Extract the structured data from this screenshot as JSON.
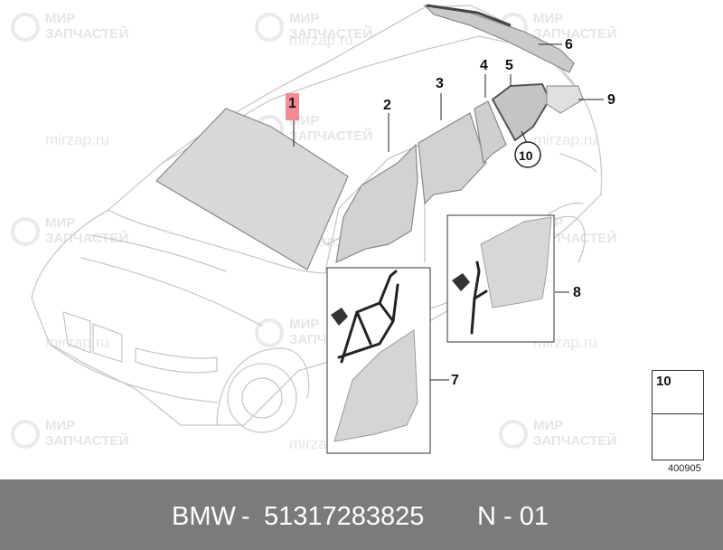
{
  "diagram": {
    "callouts": [
      {
        "label": "1",
        "highlight": true
      },
      {
        "label": "2"
      },
      {
        "label": "3"
      },
      {
        "label": "4"
      },
      {
        "label": "5"
      },
      {
        "label": "6"
      },
      {
        "label": "7"
      },
      {
        "label": "8"
      },
      {
        "label": "9"
      },
      {
        "label": "10",
        "circled": true
      }
    ],
    "ref_box": {
      "label": "10",
      "icons": [
        "felt-pad-icon",
        "arrow-bend-icon"
      ]
    },
    "ref_id": "400905",
    "highlight_color": "#f48a94"
  },
  "watermark": {
    "line1": "МИР",
    "line2": "ЗАПЧАСТЕЙ",
    "url": "mirzap.ru"
  },
  "footer": {
    "brand": "BMW",
    "part_number": "51317283825",
    "position": "N - 01",
    "separator": "-",
    "bg_color": "#7b7b7b"
  }
}
